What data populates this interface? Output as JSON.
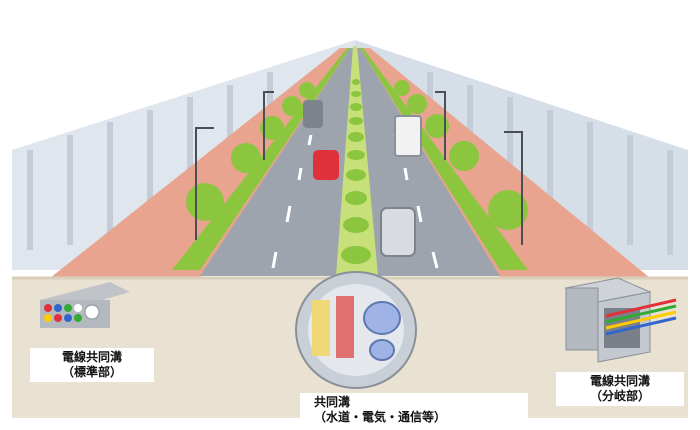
{
  "labels": {
    "standard": {
      "line1": "電線共同溝",
      "line2": "（標準部）"
    },
    "common": {
      "line1": "共同溝",
      "line2": "（水道・電気・通信等）"
    },
    "branch": {
      "line1": "電線共同溝",
      "line2": "（分岐部）"
    }
  },
  "colors": {
    "sky": "#ffffff",
    "building": "#dfe6ee",
    "building_shade": "#c9d3de",
    "road": "#9da4ad",
    "road_far": "#b9bfc6",
    "sidewalk": "#e8a48e",
    "median": "#c7e07a",
    "tree": "#8cc63f",
    "ground": "#e9e2d2",
    "ground_edge": "#d9cfb9",
    "tunnel": "#c9cfd6",
    "pipe": "#9fb3e6"
  }
}
